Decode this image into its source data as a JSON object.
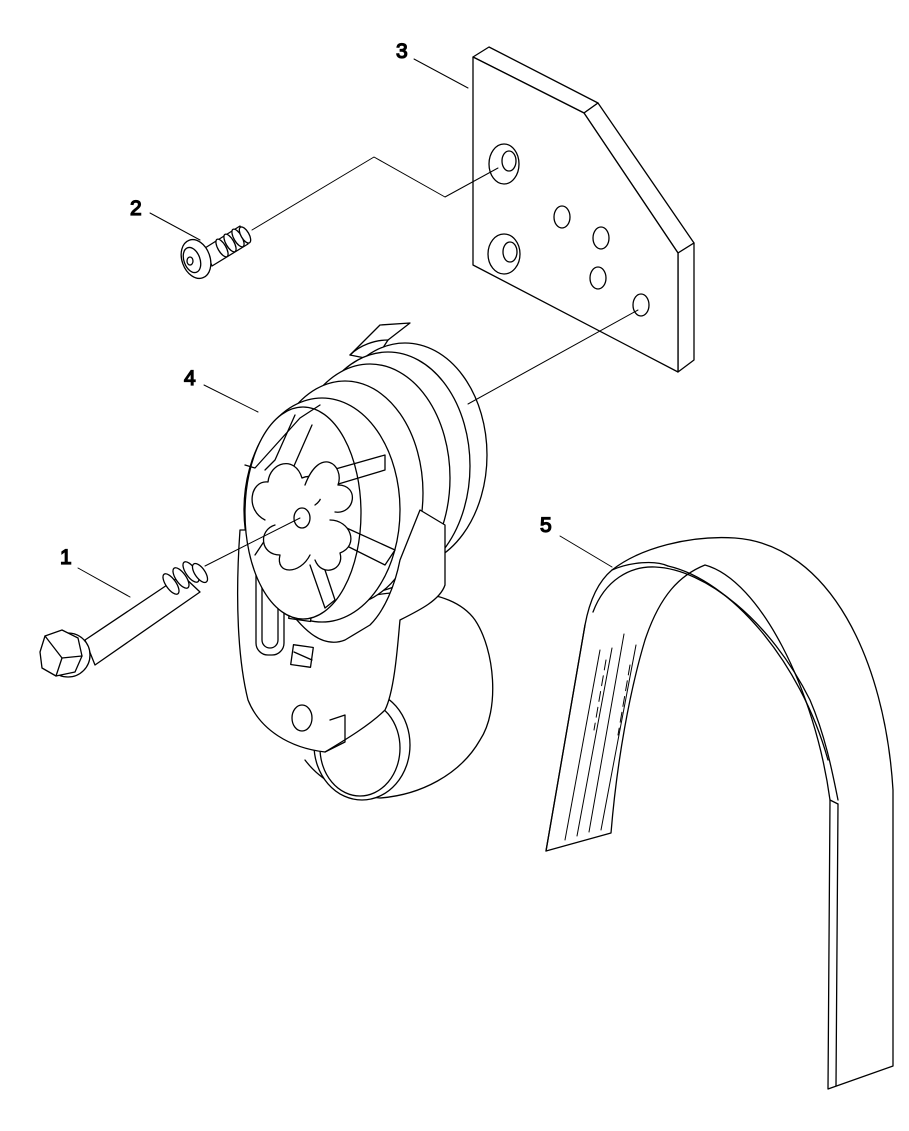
{
  "colors": {
    "line": "#000000",
    "background": "#ffffff"
  },
  "callouts": [
    {
      "label": "1",
      "part": "tensioner-bolt"
    },
    {
      "label": "2",
      "part": "flat-head-screw"
    },
    {
      "label": "3",
      "part": "mounting-bracket"
    },
    {
      "label": "4",
      "part": "belt-tensioner"
    },
    {
      "label": "5",
      "part": "drive-belt"
    }
  ]
}
